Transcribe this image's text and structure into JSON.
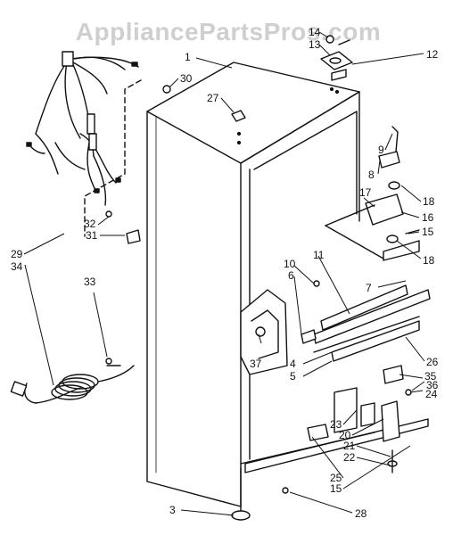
{
  "watermark": "AppliancePartsPros.com",
  "callouts": [
    {
      "id": "c1",
      "label": "1"
    },
    {
      "id": "c3",
      "label": "3"
    },
    {
      "id": "c4",
      "label": "4"
    },
    {
      "id": "c5",
      "label": "5"
    },
    {
      "id": "c6",
      "label": "6"
    },
    {
      "id": "c7",
      "label": "7"
    },
    {
      "id": "c8",
      "label": "8"
    },
    {
      "id": "c9",
      "label": "9"
    },
    {
      "id": "c10",
      "label": "10"
    },
    {
      "id": "c11",
      "label": "11"
    },
    {
      "id": "c12",
      "label": "12"
    },
    {
      "id": "c13",
      "label": "13"
    },
    {
      "id": "c14",
      "label": "14"
    },
    {
      "id": "c15a",
      "label": "15"
    },
    {
      "id": "c15b",
      "label": "15"
    },
    {
      "id": "c16",
      "label": "16"
    },
    {
      "id": "c17",
      "label": "17"
    },
    {
      "id": "c18a",
      "label": "18"
    },
    {
      "id": "c18b",
      "label": "18"
    },
    {
      "id": "c20",
      "label": "20"
    },
    {
      "id": "c21",
      "label": "21"
    },
    {
      "id": "c22",
      "label": "22"
    },
    {
      "id": "c23",
      "label": "23"
    },
    {
      "id": "c24",
      "label": "24"
    },
    {
      "id": "c25",
      "label": "25"
    },
    {
      "id": "c26",
      "label": "26"
    },
    {
      "id": "c27",
      "label": "27"
    },
    {
      "id": "c28",
      "label": "28"
    },
    {
      "id": "c29",
      "label": "29"
    },
    {
      "id": "c30",
      "label": "30"
    },
    {
      "id": "c31",
      "label": "31"
    },
    {
      "id": "c32",
      "label": "32"
    },
    {
      "id": "c33",
      "label": "33"
    },
    {
      "id": "c34",
      "label": "34"
    },
    {
      "id": "c35",
      "label": "35"
    },
    {
      "id": "c36",
      "label": "36"
    },
    {
      "id": "c37",
      "label": "37"
    }
  ]
}
